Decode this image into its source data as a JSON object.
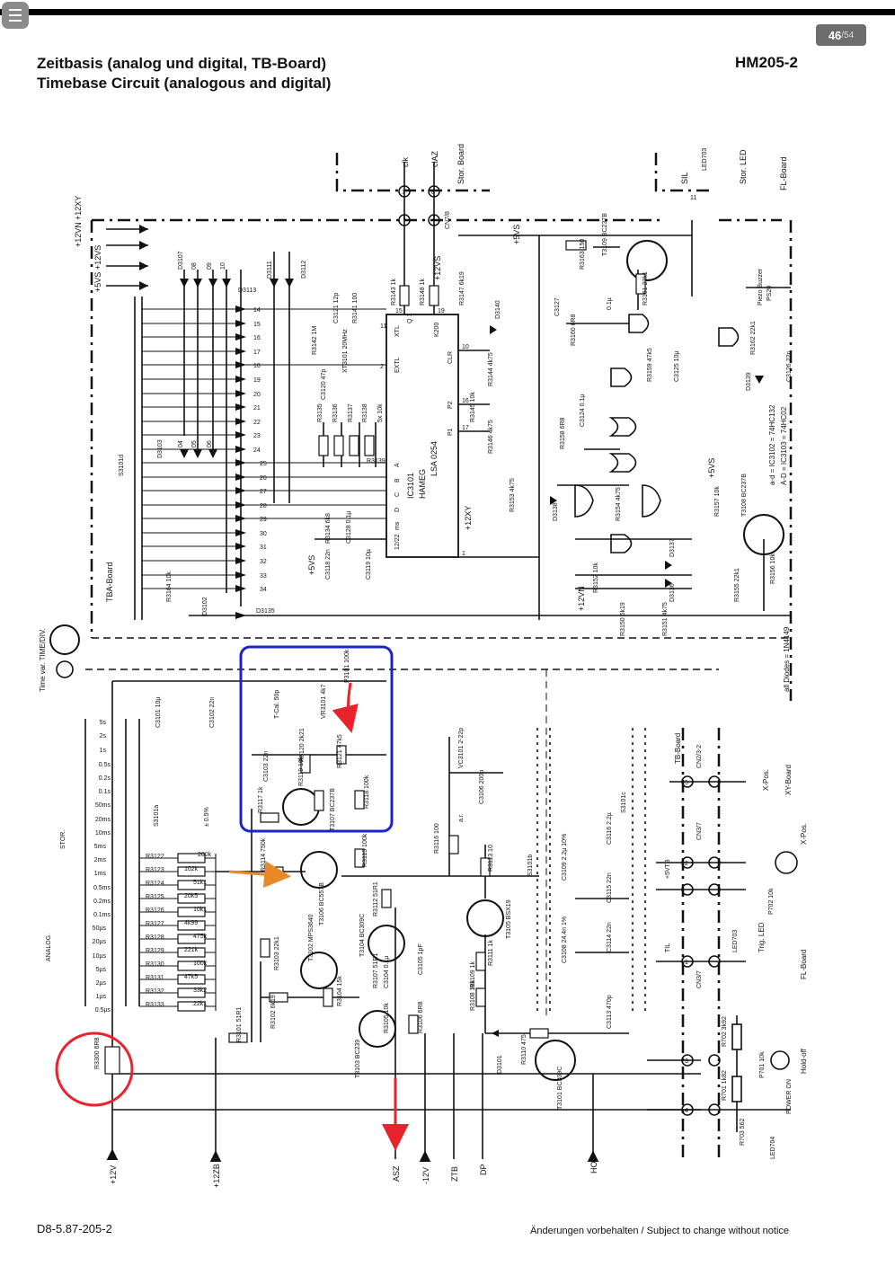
{
  "viewer": {
    "menu_icon": "hamburger-icon",
    "page_current": "46",
    "page_total": "/54"
  },
  "header": {
    "title_de": "Zeitbasis (analog und digital, TB-Board)",
    "title_en": "Timebase Circuit (analogous and digital)",
    "model": "HM205-2"
  },
  "footer": {
    "doc_code": "D8-5.87-205-2",
    "notice": "Änderungen vorbehalten / Subject to change without notice"
  },
  "schematic": {
    "top_labels": {
      "clk": "clk",
      "clAZ": "clAZ",
      "stor_board": "Stor. Board",
      "pin7": "7",
      "pin8": "8",
      "cn7_8": "CN7/8",
      "fl_board": "FL-Board",
      "stor_led": "Stor. LED",
      "led703": "LED703",
      "sil": "SIL",
      "pin11": "11"
    },
    "supply_labels": {
      "p12vn": "+12VN",
      "p12xy": "+12XY",
      "p5vs": "+5VS",
      "p12vs": "+12VS",
      "p5vs_top": "+5VS",
      "p12vs_top": "+12VS",
      "p12xy_mid": "+12XY",
      "p12vn_mid": "+12VN",
      "m5vs": "+5VS",
      "p5vs_right": "+5VS"
    },
    "diodes_top": [
      "D3107",
      "08",
      "09",
      "10",
      "D3111",
      "D3112",
      "D3113"
    ],
    "diode_pins": [
      "14",
      "15",
      "16",
      "17",
      "18",
      "19",
      "20",
      "21",
      "22",
      "23",
      "24",
      "25",
      "26",
      "27",
      "28",
      "29",
      "30",
      "31",
      "32",
      "33",
      "34"
    ],
    "diodes_mid": [
      "D3103",
      "04",
      "05",
      "06"
    ],
    "ic": {
      "name": "IC3101",
      "maker": "HAMEG",
      "part": "LSA 0254",
      "pins_top": [
        "XTL",
        "Q 1",
        "K200"
      ],
      "pins_side": [
        "EXTL",
        "CLR",
        "P2",
        "P1",
        "A",
        "B",
        "C",
        "D",
        "ms",
        "12/22"
      ],
      "pin_nums": [
        "15",
        "19",
        "11",
        "2",
        "10",
        "16",
        "17",
        "1"
      ]
    },
    "resistors_ic": [
      "R3143 1k",
      "R3148 1k",
      "R3147 6k19",
      "R3141 100",
      "R3142 1M",
      "R3135",
      "R3136",
      "R3137",
      "R3138",
      "5x 10k",
      "R3139",
      "R3144 4k75",
      "R3145 10k",
      "R3146 4k75",
      "R3153 4k75",
      "R3134 6k8"
    ],
    "caps_ic": [
      "C3121 12p",
      "C3120 47p",
      "C3118 22n",
      "C3119 10µ",
      "C3128 0.1µ"
    ],
    "crystal": "XT3101 20MHz",
    "d3140": "D3140",
    "right_block": {
      "t3109": "T3109 BC237B",
      "r3163": "R3163 150",
      "r3161": "R3161 22k1",
      "c3127": "C3127",
      "c3127v": "0.1µ",
      "r3160": "R3160 6R8",
      "piezo": "Piezo Buzzer",
      "ps20": "PS20",
      "r3162": "R3162 22k1",
      "r3159": "R3159 47k5",
      "c3125": "C3125 10µ",
      "c3126": "C3126 22n",
      "d3139": "D3139",
      "r3158": "R3158 6R8",
      "c3124": "C3124 0.1µ",
      "d3138": "D3138",
      "r3154": "R3154 4k75",
      "r3157": "R3157 10k",
      "t3108": "T3108 BC237B",
      "d3137": "D3137",
      "r3152": "R3152 10k",
      "d3136": "D3136",
      "r3155": "R3155 22k1",
      "r3156": "R3156 10k",
      "r3150": "R3150 6k19",
      "r3151": "R3151 4k75",
      "ic_legend_1": "a-d = IC3102 = 74HC132",
      "ic_legend_2": "A-D = IC3103 = 74HC02",
      "diodes_note": "all Diodes = 1N4149",
      "d3102": "D3102",
      "d3135": "D3135",
      "r3164": "R3164 10k",
      "s3101d": "S3101d",
      "tba_board": "TBA-Board"
    },
    "time_switch": {
      "label": "Time var. TIME/DIV.",
      "steps": [
        "5s",
        "2s",
        "1s",
        "0.5s",
        "0.2s",
        "0.1s",
        "50ms",
        "20ms",
        "10ms",
        "5ms",
        "2ms",
        "1ms",
        "0.5ms",
        "0.2ms",
        "0.1ms",
        "50µs",
        "20µs",
        "10µs",
        "5µs",
        "2µs",
        "1µs",
        "0.5µs"
      ],
      "stor": "STOR.",
      "analog": "ANALOG.",
      "s3101a": "S3101a",
      "tol": "± 0.5%"
    },
    "rc_ladder": [
      {
        "r": "R3122",
        "v": "200k"
      },
      {
        "r": "R3123",
        "v": "102k"
      },
      {
        "r": "R3124",
        "v": "51k1"
      },
      {
        "r": "R3125",
        "v": "20k5"
      },
      {
        "r": "R3126",
        "v": "10k1"
      },
      {
        "r": "R3127",
        "v": "4k99"
      },
      {
        "r": "R3128",
        "v": "475k"
      },
      {
        "r": "R3129",
        "v": "221k"
      },
      {
        "r": "R3130",
        "v": "100k"
      },
      {
        "r": "R3131",
        "v": "47k5"
      },
      {
        "r": "R3132",
        "v": "33k2"
      },
      {
        "r": "R3133",
        "v": "22k1"
      }
    ],
    "analog_parts": {
      "c3101": "C3101 10µ",
      "c3102": "C3102 22n",
      "p3101": "P3101 100k",
      "tcal": "T-Cal. 50p",
      "vr3101": "VR3101 4k7",
      "r3120": "R3120 2k21",
      "r3119": "R3119 10k",
      "r3121": "R3121 47k5",
      "c3103": "C3103 22n",
      "r3117": "R3117 1k",
      "t3107": "T3107 BC237B",
      "r3118": "R3118 100k",
      "r3114": "R3114 750k",
      "r3115": "R3115 100k",
      "t3106": "T3106 BC557B",
      "r3112": "R3112 51R1",
      "t3104": "T3104 BC309C",
      "r3103": "R3103 22k1",
      "t3102": "T3102 MPS3640",
      "r3104": "R3104 15k",
      "r3107": "R3107 51R1",
      "c3104": "C3104 0.1µ",
      "c3105": "C3105 1pF",
      "r3102": "R3102 6k19",
      "r3101": "R3101 51R1",
      "t3103": "T3103 BC239",
      "r3105": "R3105 10k",
      "r3106": "R3106 6R8",
      "r3300": "R3300 6R8",
      "vc3101": "VC3101 2-22p",
      "c3106": "C3106 200p",
      "az": "a.r.",
      "r3116": "R3116 100",
      "r3113": "R3113 10",
      "t3105": "T3105 BSX19",
      "r3109": "R3109 1k",
      "r3111": "R3111 1k",
      "r3108": "R3108 10k",
      "s3101b": "S3101b",
      "s3101c": "S3101c",
      "c3116": "C3116 2.2µ",
      "c3109": "C3109 2.2µ 10%",
      "c3115": "C3115 22n",
      "c3114": "C3114 22n",
      "c3108": "C3108 24.4n 1%",
      "c3113": "C3113 470p",
      "d3101": "D3101",
      "r3110": "R3110 475",
      "t3101": "T3101 BC309C"
    },
    "right_connectors": {
      "tb_board": "TB-Board",
      "cn2": "CN2/3-2",
      "x_pos": "X-Pos.",
      "xy_board": "XY-Board",
      "cn3_7a": "CN3/7",
      "p5vtb": "+5VTB",
      "x_pos2": "X-Pos.",
      "p702": "P702 10k",
      "til": "TIL",
      "led703b": "LED703",
      "trig_led": "Trig. LED",
      "fl_board2": "FL-Board",
      "cn3_7b": "CN3/7",
      "r702": "R702 3k92",
      "p701": "P701 10k",
      "hold_off": "Hold-off",
      "power_on": "POWER ON",
      "r701": "R701 1k82",
      "r703": "R703 562",
      "led704": "LED704",
      "pin2": "2",
      "pin3": "3",
      "pin4": "4",
      "pin5": "5",
      "pin1": "1"
    },
    "bottom_labels": [
      "+12V",
      "+12ZB",
      "ASZ",
      "-12V",
      "ZTB",
      "DP",
      "HO"
    ]
  }
}
